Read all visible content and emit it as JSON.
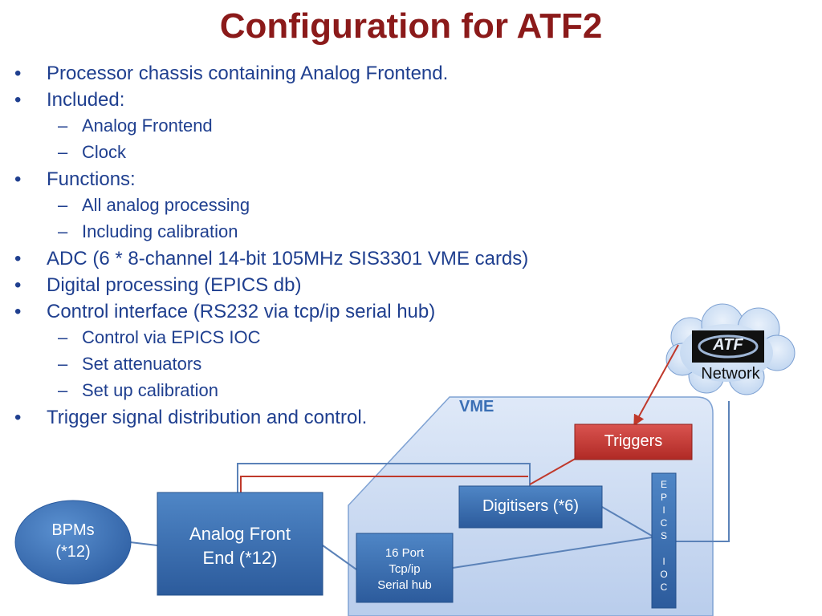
{
  "title": "Configuration for ATF2",
  "bullets": [
    {
      "level": 1,
      "text": "Processor chassis containing Analog Frontend."
    },
    {
      "level": 1,
      "text": "Included:"
    },
    {
      "level": 2,
      "text": "Analog Frontend"
    },
    {
      "level": 2,
      "text": "Clock"
    },
    {
      "level": 1,
      "text": "Functions:"
    },
    {
      "level": 2,
      "text": "All analog processing"
    },
    {
      "level": 2,
      "text": "Including calibration"
    },
    {
      "level": 1,
      "text": "ADC (6 * 8-channel 14-bit 105MHz SIS3301 VME cards)"
    },
    {
      "level": 1,
      "text": "Digital processing (EPICS db)"
    },
    {
      "level": 1,
      "text": "Control interface (RS232 via tcp/ip serial hub)"
    },
    {
      "level": 2,
      "text": "Control via EPICS IOC"
    },
    {
      "level": 2,
      "text": "Set attenuators"
    },
    {
      "level": 2,
      "text": "Set up calibration"
    },
    {
      "level": 1,
      "text": "Trigger signal distribution and control."
    }
  ],
  "bullet_symbols": {
    "level1": "•",
    "level2": "–"
  },
  "diagram": {
    "vme_label": "VME",
    "network_label": "Network",
    "atf_logo_text": "ATF",
    "bpms_label": "BPMs\n(*12)",
    "analog_frontend_label": "Analog Front\nEnd (*12)",
    "serial_hub_label": "16 Port\nTcp/ip\nSerial hub",
    "digitisers_label": "Digitisers (*6)",
    "triggers_label": "Triggers",
    "epics_ioc_label": "E\nP\nI\nC\nS\n\nI\nO\nC"
  },
  "colors": {
    "title": "#8b1a1a",
    "text": "#1f3f8f",
    "box_blue": "#3a6fb5",
    "trigger_red": "#c0392b",
    "vme_fill": "#cdddf5",
    "link_red": "#c0392b",
    "link_blue": "#5b82b8"
  }
}
